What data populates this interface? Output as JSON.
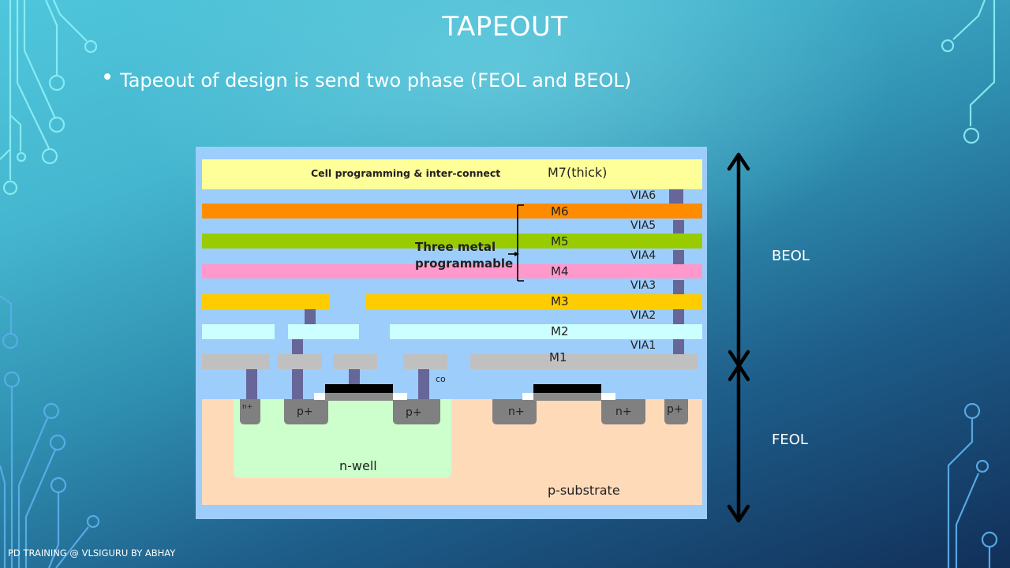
{
  "slide": {
    "title": "TAPEOUT",
    "bullet": "Tapeout of design is send two phase (FEOL and BEOL)",
    "footer": "PD TRAINING @ VLSIGURU  BY ABHAY"
  },
  "phases": {
    "beol": "BEOL",
    "feol": "FEOL"
  },
  "diagram": {
    "top_note": "Cell programming & inter-connect",
    "bracket_note_line1": "Three metal",
    "bracket_note_line2": "programmable",
    "contact_label": "co",
    "metals": [
      {
        "name": "M7(thick)",
        "color": "#ffff99"
      },
      {
        "name": "M6",
        "color": "#ff8c00"
      },
      {
        "name": "M5",
        "color": "#99cc00"
      },
      {
        "name": "M4",
        "color": "#ff99cc"
      },
      {
        "name": "M3",
        "color": "#ffcc00"
      },
      {
        "name": "M2",
        "color": "#ccffff"
      },
      {
        "name": "M1",
        "color": "#c0c0c0"
      }
    ],
    "vias": [
      "VIA6",
      "VIA5",
      "VIA4",
      "VIA3",
      "VIA2",
      "VIA1"
    ],
    "regions": {
      "nwell": "n-well",
      "psub": "p-substrate"
    },
    "diffusions": [
      "n+",
      "p+",
      "p+",
      "n+",
      "n+",
      "p+"
    ],
    "colors": {
      "background": "#9dcdfb",
      "via": "#666699",
      "diffusion": "#808080",
      "gate": "#000000",
      "nwell": "#ccffcc",
      "psub": "#ffdab9"
    }
  }
}
